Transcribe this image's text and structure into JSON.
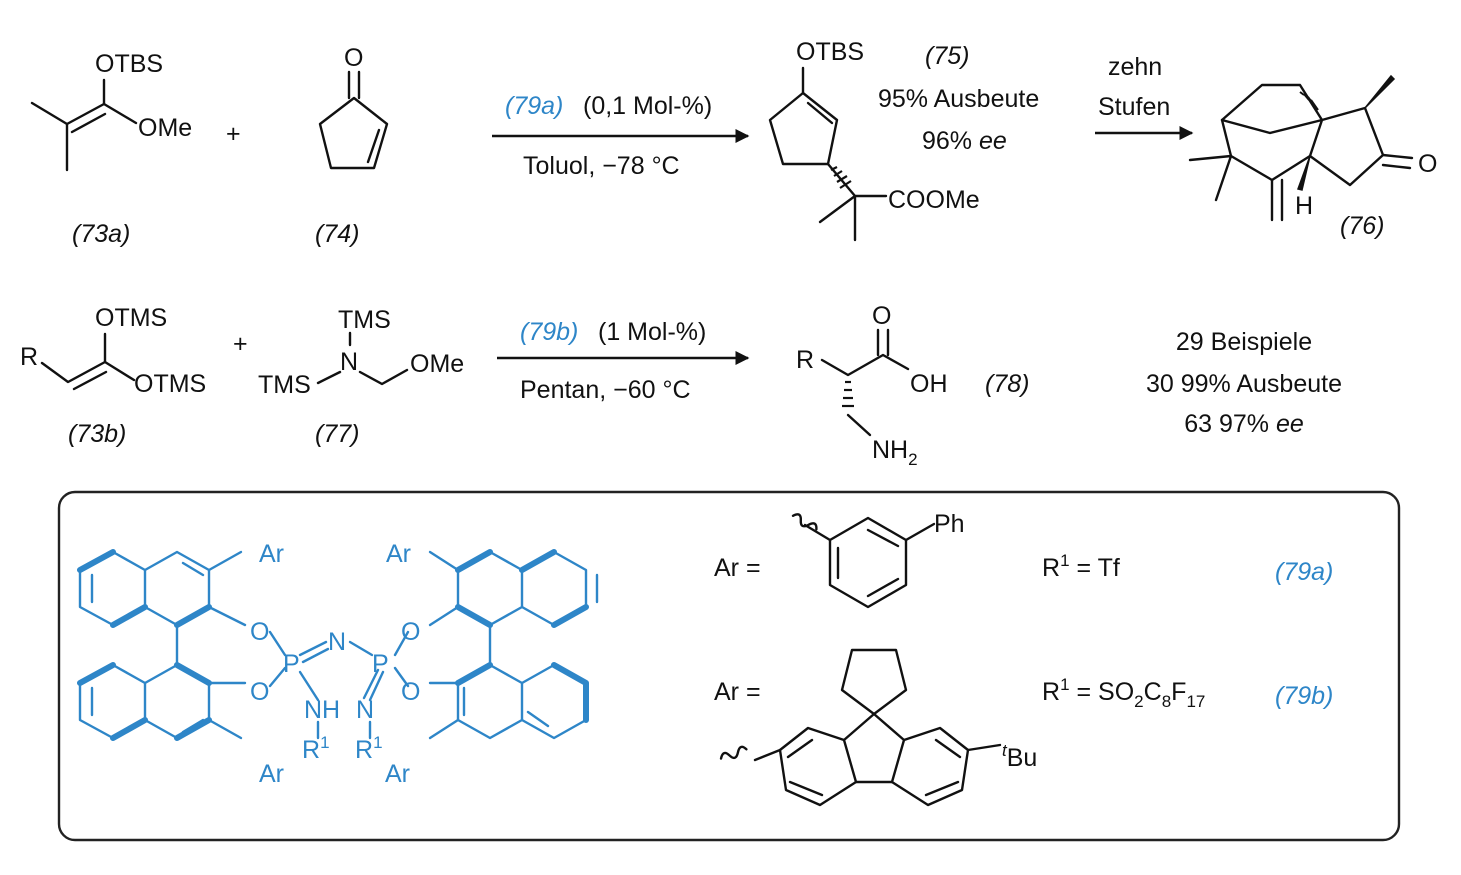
{
  "row1": {
    "reactant1": {
      "groups": [
        "OTBS",
        "OMe"
      ],
      "label": "(73a)"
    },
    "plus": "+",
    "reactant2": {
      "groups": [
        "O"
      ],
      "label": "(74)"
    },
    "arrow": {
      "catalyst": "(79a)",
      "loading": "(0,1 Mol-%)",
      "conditions": "Toluol,  −78 °C"
    },
    "product": {
      "groups": [
        "OTBS",
        "COOMe"
      ],
      "label": "(75)",
      "yield": "95% Ausbeute",
      "ee_value": "96%",
      "ee_unit": "ee"
    },
    "arrow2": {
      "line1": "zehn",
      "line2": "Stufen"
    },
    "final": {
      "groups": [
        "O",
        "H"
      ],
      "label": "(76)"
    }
  },
  "row2": {
    "reactant1": {
      "groups": [
        "R",
        "OTMS",
        "OTMS"
      ],
      "label": "(73b)"
    },
    "plus": "+",
    "reactant2": {
      "groups": [
        "TMS",
        "N",
        "TMS",
        "OMe"
      ],
      "label": "(77)"
    },
    "arrow": {
      "catalyst": "(79b)",
      "loading": "(1 Mol-%)",
      "conditions": "Pentan,  −60 °C"
    },
    "product": {
      "groups": [
        "R",
        "O",
        "OH"
      ],
      "nh": "NH",
      "nh_sub": "2",
      "label": "(78)"
    },
    "summary": {
      "line1": "29 Beispiele",
      "line2": "30  99% Ausbeute",
      "line3_value": "63  97%",
      "line3_unit": "ee"
    }
  },
  "catalyst_box": {
    "atoms": {
      "ar": "Ar",
      "o": "O",
      "p": "P",
      "n": "N",
      "nh": "NH",
      "r": "R",
      "r_sup": "1"
    },
    "entries": [
      {
        "ar": "Ar =",
        "sub": "Ph",
        "r_text": "R",
        "r_sup": "1",
        "r_rest": " = Tf",
        "label": "(79a)"
      },
      {
        "ar": "Ar =",
        "sub_pre": "t",
        "sub": "Bu",
        "r_text": "R",
        "r_sup": "1",
        "r_rest": " = SO",
        "r_s1": "2",
        "r_c": "C",
        "r_s2": "8",
        "r_f": "F",
        "r_s3": "17",
        "label": "(79b)"
      }
    ]
  },
  "colors": {
    "catalyst": "#2e86c8",
    "text": "#111111",
    "box_border": "#222222"
  }
}
